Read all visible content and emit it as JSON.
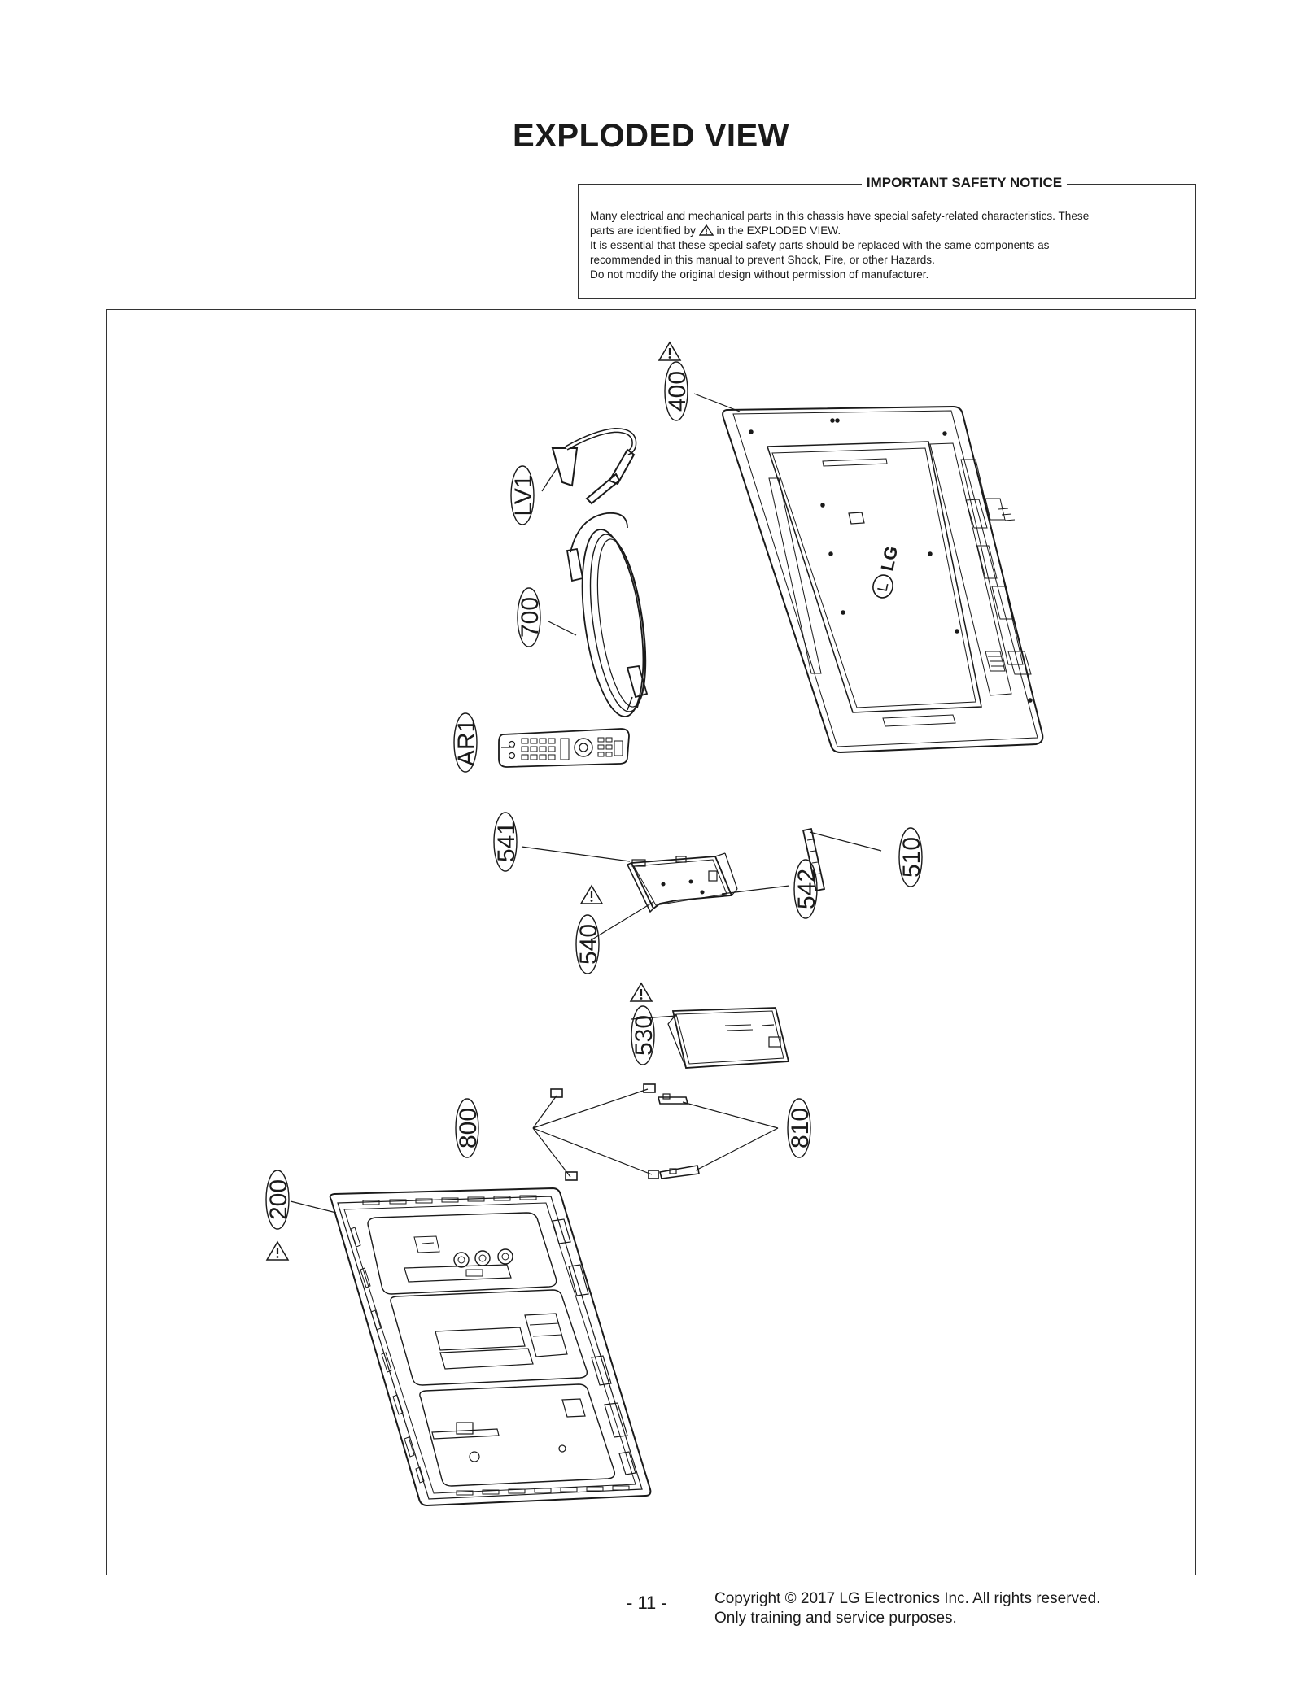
{
  "page": {
    "title": "EXPLODED VIEW"
  },
  "safety_notice": {
    "heading": "IMPORTANT SAFETY NOTICE",
    "line1": "Many electrical and mechanical parts in this chassis have special safety-related characteristics. These",
    "line2_pre": "parts are identified by",
    "line2_post": "in the EXPLODED VIEW.",
    "line3": "It is essential that these special safety parts should be replaced with the same components as",
    "line4": "recommended in this manual to prevent Shock, Fire, or other Hazards.",
    "line5": "Do not modify the original design without permission of manufacturer."
  },
  "diagram": {
    "logo_text": "LG",
    "callouts": [
      {
        "id": "c400",
        "label": "400",
        "safety": true
      },
      {
        "id": "cLV1",
        "label": "LV1",
        "safety": false
      },
      {
        "id": "c700",
        "label": "700",
        "safety": false
      },
      {
        "id": "cAR1",
        "label": "AR1",
        "safety": false
      },
      {
        "id": "c541",
        "label": "541",
        "safety": false
      },
      {
        "id": "c540",
        "label": "540",
        "safety": true
      },
      {
        "id": "c542",
        "label": "542",
        "safety": false
      },
      {
        "id": "c510",
        "label": "510",
        "safety": false
      },
      {
        "id": "c530",
        "label": "530",
        "safety": true
      },
      {
        "id": "c800",
        "label": "800",
        "safety": false
      },
      {
        "id": "c810",
        "label": "810",
        "safety": false
      },
      {
        "id": "c200",
        "label": "200",
        "safety": true
      }
    ]
  },
  "footer": {
    "page_number": "- 11 -",
    "copyright": "Copyright © 2017 LG Electronics Inc. All rights reserved.",
    "usage": "Only training and service purposes."
  },
  "colors": {
    "line": "#1a1a1a",
    "background": "#ffffff"
  }
}
